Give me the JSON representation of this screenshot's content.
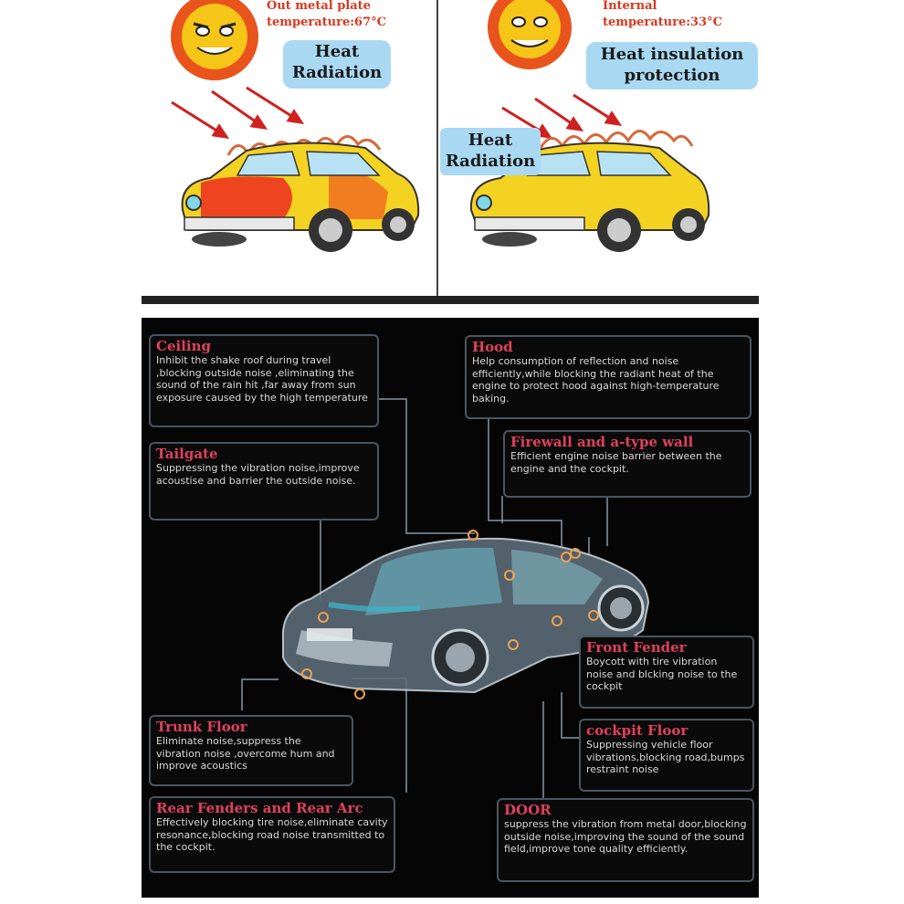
{
  "left_panel": {
    "temp_text_line1": "Out metal plate",
    "temp_text_line2": "temperature:67°C",
    "bubble_line1": "Heat",
    "bubble_line2": "Radiation"
  },
  "right_panel": {
    "temp_text_line1": "Internal",
    "temp_text_line2": "temperature:33°C",
    "protection_line1": "Heat insulation",
    "protection_line2": "protection",
    "radiation_line1": "Heat",
    "radiation_line2": "Radiation"
  },
  "callouts": {
    "ceiling": {
      "title": "Ceiling",
      "text": "Inhibit the shake roof during travel ,blocking outside noise ,eliminating the sound of the rain hit ,far away from sun exposure caused by the high temperature"
    },
    "hood": {
      "title": "Hood",
      "text": "Help consumption of reflection and noise efficiently,while blocking the radiant heat of the engine to protect hood against high-temperature baking."
    },
    "tailgate": {
      "title": "Tailgate",
      "text": "Suppressing the vibration noise,improve acoustise and barrier the outside noise."
    },
    "firewall": {
      "title": "Firewall and a-type wall",
      "text": "Efficient engine noise barrier between the engine and the cockpit."
    },
    "front_fender": {
      "title": "Front Fender",
      "text": "Boycott with tire vibration noise and blcking noise to the cockpit"
    },
    "trunk_floor": {
      "title": "Trunk Floor",
      "text": "Eliminate noise,suppress the vibration noise ,overcome hum and improve acoustics"
    },
    "cockpit_floor": {
      "title": "cockpit Floor",
      "text": "Suppressing vehicle floor vibrations,blocking road,bumps restraint noise"
    },
    "rear_fenders": {
      "title": "Rear Fenders and Rear Arc",
      "text": "Effectively blocking tire noise,eliminate cavity resonance,blocking road noise transmitted to the cockpit."
    },
    "door": {
      "title": "DOOR",
      "text": "suppress the vibration from metal door,blocking outside noise,improving the sound of the sound field,improve tone quality efficiently."
    }
  }
}
